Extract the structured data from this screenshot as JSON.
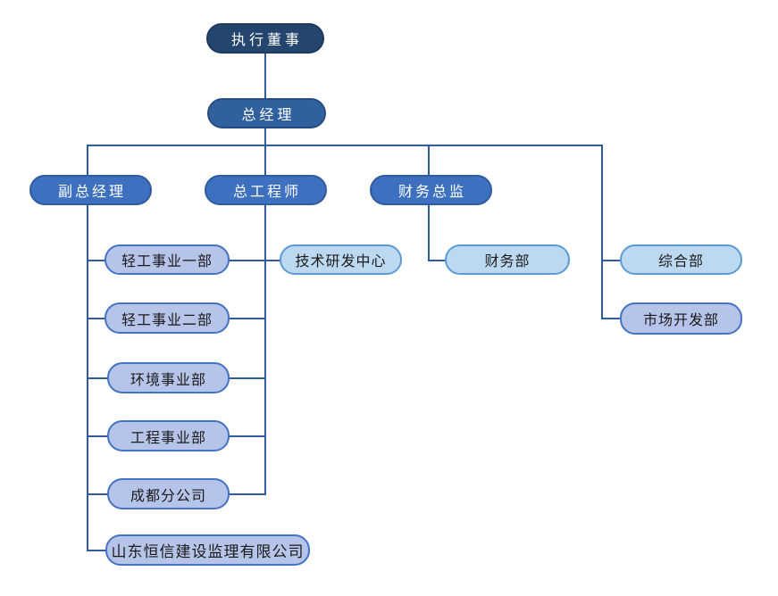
{
  "page": {
    "background": "#ffffff"
  },
  "colors": {
    "connector": "#2E5C9E",
    "level1_fill": "#24466E",
    "level1_border": "#1E3A5F",
    "level1_text": "#FFFFFF",
    "level2_fill": "#31609F",
    "level2_border": "#264C80",
    "level2_text": "#FFFFFF",
    "level3_fill": "#3E70C0",
    "level3_border": "#2E5C9E",
    "level3_text": "#FFFFFF",
    "dept_lavender_fill": "#B7C4EA",
    "dept_lavender_border": "#4472C4",
    "dept_sky_fill": "#BDD9F1",
    "dept_sky_border": "#5B9BD5",
    "dept_text": "#1A1A1A"
  },
  "nodes": {
    "executive_director": {
      "label": "执行董事"
    },
    "general_manager": {
      "label": "总经理"
    },
    "deputy_general_manager": {
      "label": "副总经理"
    },
    "chief_engineer": {
      "label": "总工程师"
    },
    "finance_director": {
      "label": "财务总监"
    },
    "light_industry_div1": {
      "label": "轻工事业一部"
    },
    "light_industry_div2": {
      "label": "轻工事业二部"
    },
    "environment_div": {
      "label": "环境事业部"
    },
    "engineering_div": {
      "label": "工程事业部"
    },
    "chengdu_branch": {
      "label": "成都分公司"
    },
    "shandong_hengxin": {
      "label": "山东恒信建设监理有限公司"
    },
    "tech_rd_center": {
      "label": "技术研发中心"
    },
    "finance_dept": {
      "label": "财务部"
    },
    "general_dept": {
      "label": "综合部"
    },
    "market_dev_dept": {
      "label": "市场开发部"
    }
  },
  "structure": {
    "executive_director": [
      "general_manager"
    ],
    "general_manager": [
      "deputy_general_manager",
      "chief_engineer",
      "finance_director",
      "general_dept",
      "market_dev_dept"
    ],
    "deputy_general_manager": [
      "light_industry_div1",
      "light_industry_div2",
      "environment_div",
      "engineering_div",
      "chengdu_branch",
      "shandong_hengxin"
    ],
    "chief_engineer": [
      "tech_rd_center"
    ],
    "finance_director": [
      "finance_dept"
    ]
  }
}
